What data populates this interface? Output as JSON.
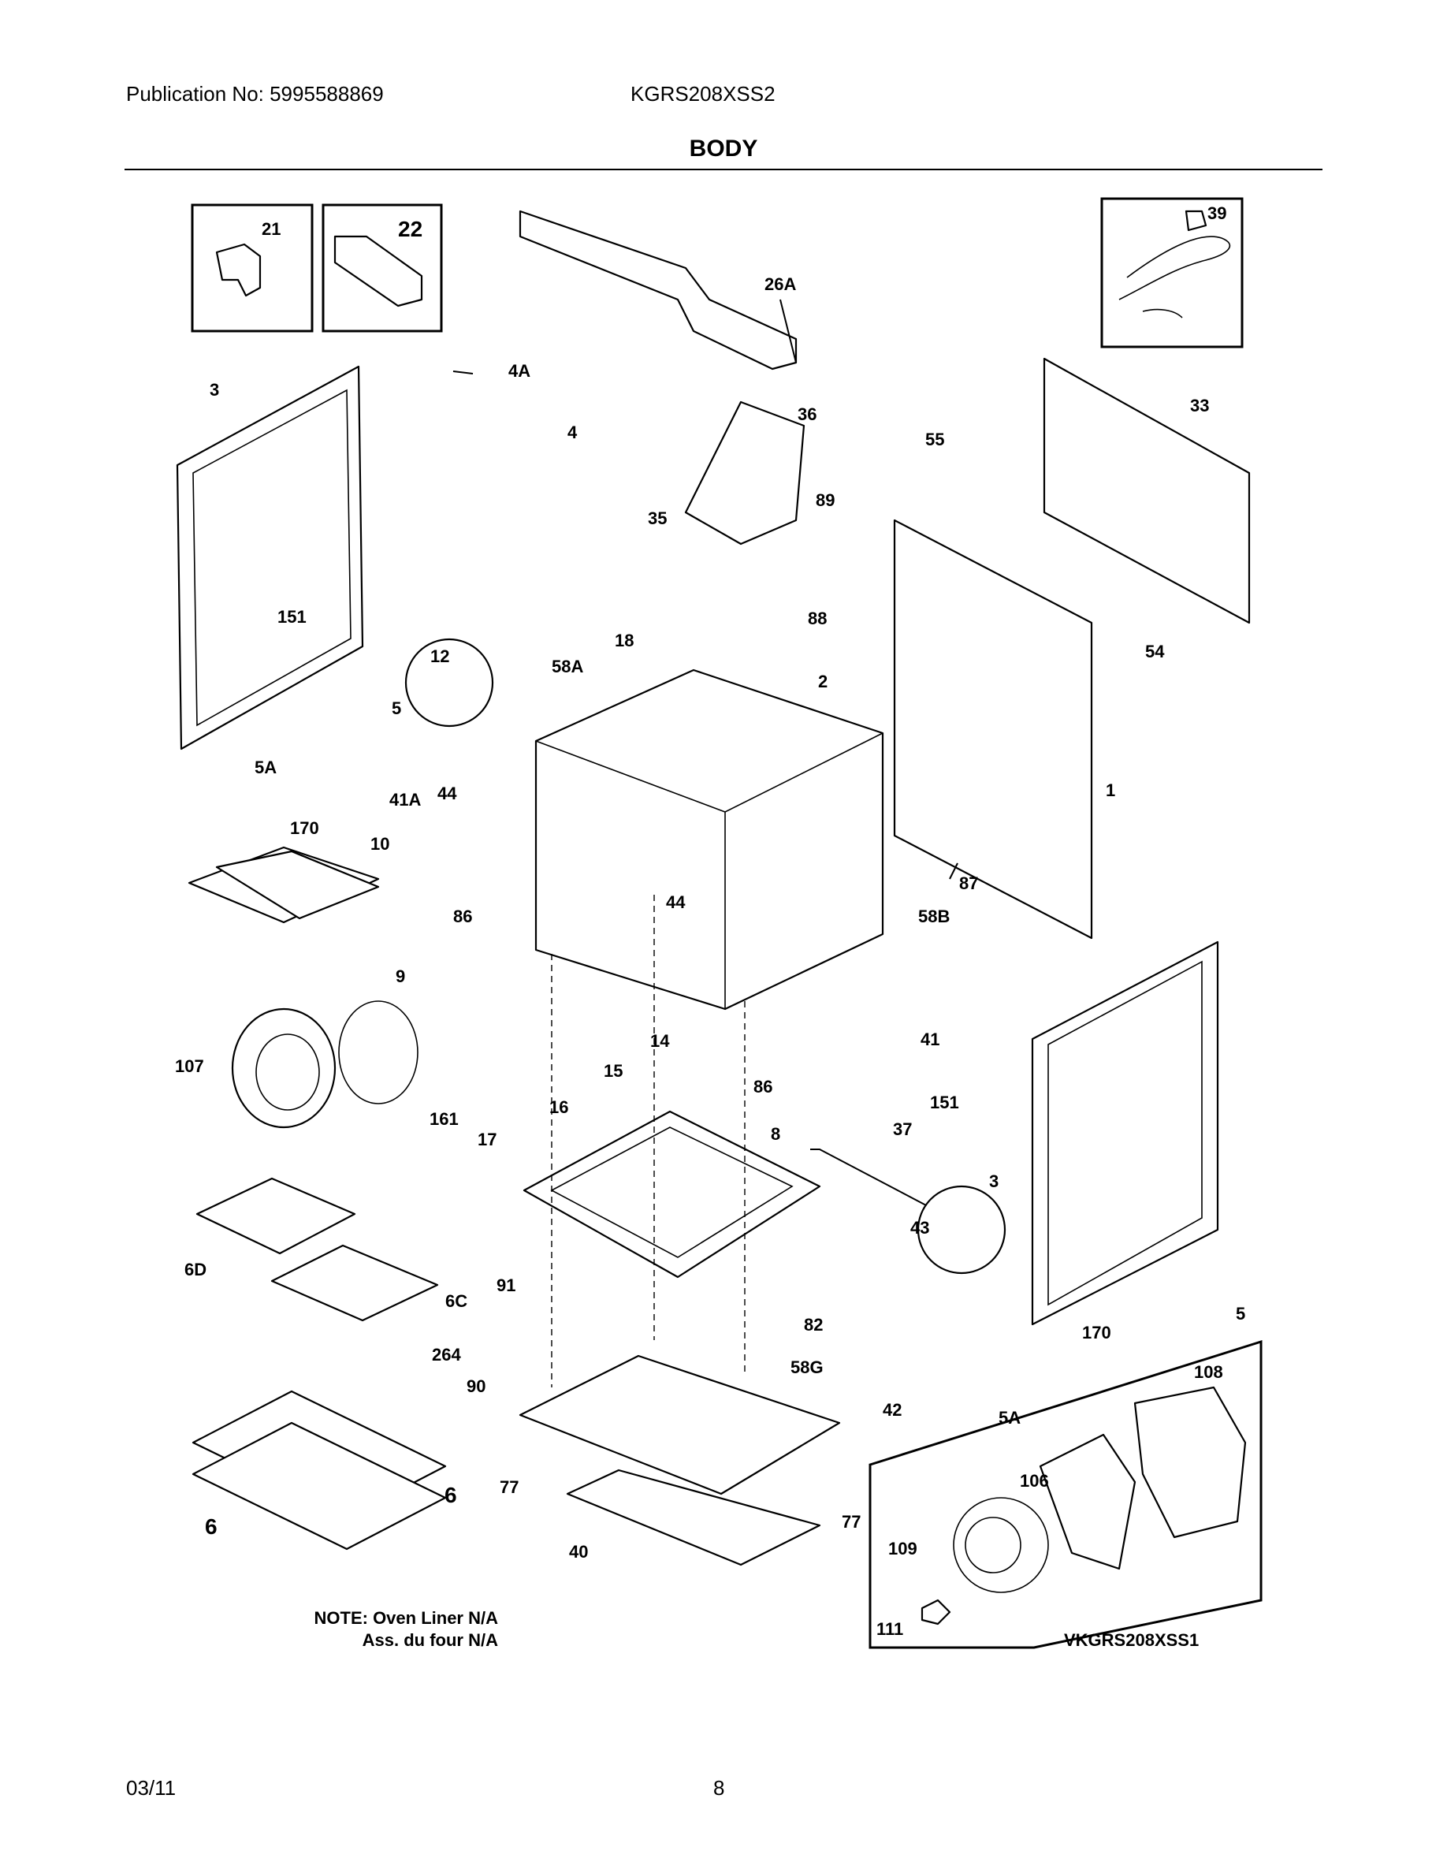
{
  "header": {
    "publication": "Publication No: 5995588869",
    "model": "KGRS208XSS2",
    "title": "BODY"
  },
  "diagram": {
    "part_labels": {
      "p21": "21",
      "p22": "22",
      "p39": "39",
      "p26A": "26A",
      "p4A": "4A",
      "p3a": "3",
      "p36": "36",
      "p33": "33",
      "p4": "4",
      "p55": "55",
      "p35": "35",
      "p89": "89",
      "p151a": "151",
      "p88": "88",
      "p54": "54",
      "p12": "12",
      "p18": "18",
      "p58A": "58A",
      "p2": "2",
      "p5a": "5",
      "p5Aa": "5A",
      "p44a": "44",
      "p41A": "41A",
      "p1": "1",
      "p170a": "170",
      "p10": "10",
      "p87": "87",
      "p44b": "44",
      "p86a": "86",
      "p58B": "58B",
      "p9": "9",
      "p14": "14",
      "p41": "41",
      "p107": "107",
      "p15": "15",
      "p86b": "86",
      "p151b": "151",
      "p161": "161",
      "p16": "16",
      "p17": "17",
      "p37": "37",
      "p8": "8",
      "p3b": "3",
      "p43": "43",
      "p6D": "6D",
      "p91": "91",
      "p6C": "6C",
      "p82": "82",
      "p5b": "5",
      "p170b": "170",
      "p264": "264",
      "p58G": "58G",
      "p108": "108",
      "p90": "90",
      "p42": "42",
      "p5Ab": "5A",
      "p106": "106",
      "p77a": "77",
      "p6a": "6",
      "p6b": "6",
      "p77b": "77",
      "p40": "40",
      "p109": "109",
      "p111": "111"
    },
    "note_line1": "NOTE: Oven Liner N/A",
    "note_line2": "Ass. du four N/A",
    "diagram_code": "VKGRS208XSS1"
  },
  "footer": {
    "date": "03/11",
    "page_number": "8"
  }
}
